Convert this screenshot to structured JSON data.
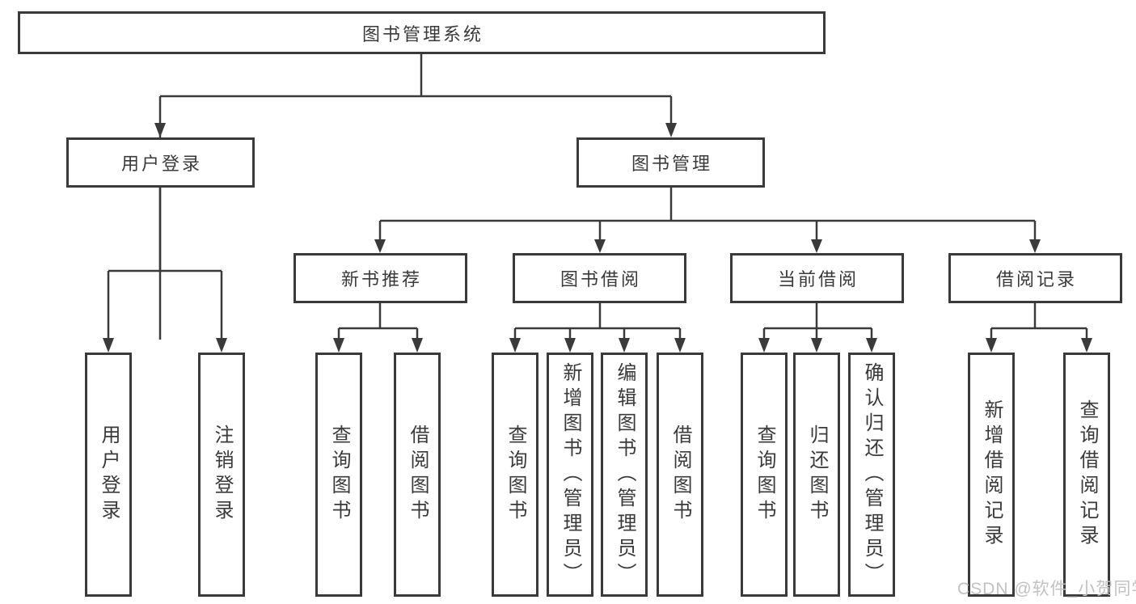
{
  "nodes": {
    "root": "图书管理系统",
    "user_login": "用户登录",
    "book_mgmt": "图书管理",
    "new_books": "新书推荐",
    "book_borrow": "图书借阅",
    "current_borrow": "当前借阅",
    "borrow_records": "借阅记录",
    "leaf_user_login": "用户登录",
    "leaf_logout": "注销登录",
    "leaf_nb_query": "查询图书",
    "leaf_nb_borrow": "借阅图书",
    "leaf_bb_query": "查询图书",
    "leaf_bb_add": "新增图书（管理员）",
    "leaf_bb_edit": "编辑图书（管理员）",
    "leaf_bb_borrow": "借阅图书",
    "leaf_cb_query": "查询图书",
    "leaf_cb_return": "归还图书",
    "leaf_cb_confirm": "确认归还（管理员）",
    "leaf_br_add": "新增借阅记录",
    "leaf_br_query": "查询借阅记录"
  },
  "watermark": "CSDN @软件_小贺同学",
  "colors": {
    "line": "#3a3a3a",
    "text": "#3a3a3a",
    "box_background": "#ffffff",
    "watermark": "#c2c2c2",
    "page_background": "#ffffff"
  }
}
